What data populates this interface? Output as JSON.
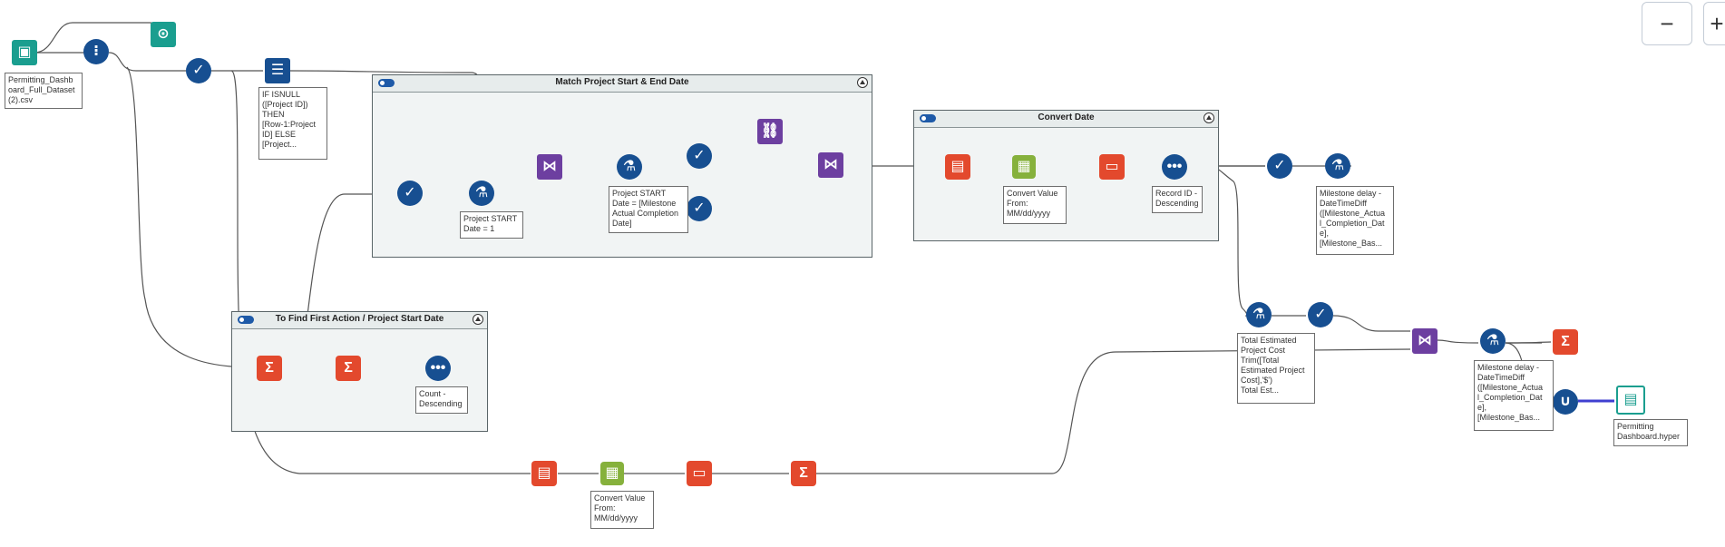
{
  "containers": [
    {
      "id": "match",
      "title": "Match Project Start & End Date"
    },
    {
      "id": "convert",
      "title": "Convert Date"
    },
    {
      "id": "first",
      "title": "To Find First Action / Project Start Date"
    }
  ],
  "annotations": {
    "input_file": "Permitting_Dashb\noard_Full_Dataset\n(2).csv",
    "multirow": "IF ISNULL\n([Project ID])\nTHEN\n[Row-1:Project\nID] ELSE\n[Project...",
    "formula_start": "Project START\nDate = 1",
    "formula_start2": "Project START\nDate = [Milestone\nActual Completion\nDate]",
    "convert_value": "Convert Value\nFrom:\nMM/dd/yyyy",
    "record_id": "Record ID -\nDescending",
    "milestone_delay_top": "Milestone delay -\nDateTimeDiff\n([Milestone_Actua\nl_Completion_Dat\ne],\n[Milestone_Bas...",
    "count_desc": "Count -\nDescending",
    "total_est": "Total Estimated\nProject Cost\nTrim([Total\nEstimated Project\nCost],'$')\nTotal Est...",
    "milestone_delay_bot": "Milestone delay -\nDateTimeDiff\n([Milestone_Actua\nl_Completion_Dat\ne],\n[Milestone_Bas...",
    "convert_value_bottom": "Convert Value\nFrom:\nMM/dd/yyyy",
    "output_file": "Permitting\nDashboard.hyper"
  },
  "zoom": {
    "out_label": "−",
    "in_label": "+"
  }
}
